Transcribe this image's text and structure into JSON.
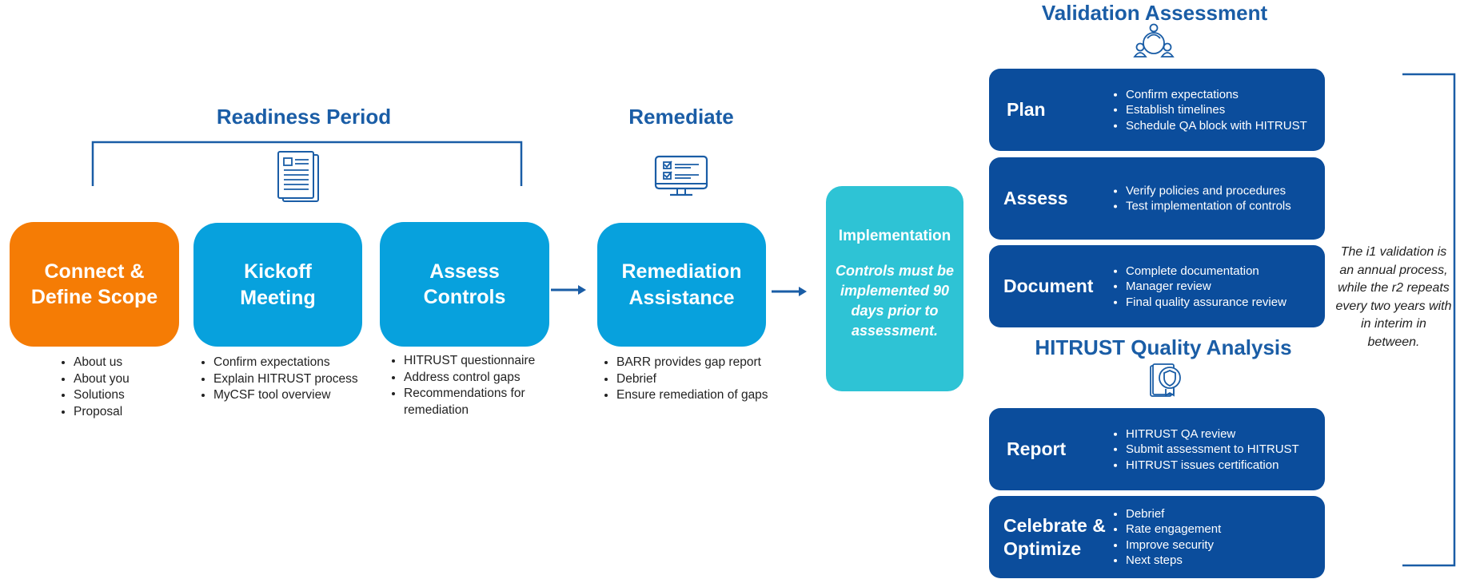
{
  "sections": {
    "readiness": "Readiness Period",
    "remediate": "Remediate",
    "validation": "Validation Assessment",
    "quality": "HITRUST Quality Analysis"
  },
  "steps": {
    "connect": "Connect & Define Scope",
    "kickoff": "Kickoff Meeting",
    "assess_controls": "Assess Controls",
    "remediation": "Remediation Assistance"
  },
  "lists": {
    "connect": [
      "About us",
      "About you",
      "Solutions",
      "Proposal"
    ],
    "kickoff": [
      "Confirm expectations",
      "Explain HITRUST process",
      "MyCSF tool overview"
    ],
    "assess_controls": [
      "HITRUST questionnaire",
      "Address control gaps",
      "Recommendations for remediation"
    ],
    "remediation": [
      "BARR provides gap report",
      "Debrief",
      "Ensure remediation of gaps"
    ]
  },
  "implementation": {
    "title": "Implementation",
    "note": "Controls must be implemented 90 days prior to assessment."
  },
  "validation_boxes": [
    {
      "label": "Plan",
      "items": [
        "Confirm expectations",
        "Establish timelines",
        "Schedule QA block with HITRUST"
      ]
    },
    {
      "label": "Assess",
      "items": [
        "Verify policies and procedures",
        "Test implementation of controls"
      ]
    },
    {
      "label": "Document",
      "items": [
        "Complete documentation",
        "Manager review",
        "Final quality assurance review"
      ]
    }
  ],
  "quality_boxes": [
    {
      "label": "Report",
      "items": [
        "HITRUST QA review",
        "Submit assessment to HITRUST",
        "HITRUST issues certification"
      ]
    },
    {
      "label": "Celebrate & Optimize",
      "items": [
        "Debrief",
        "Rate engagement",
        "Improve security",
        "Next steps"
      ]
    }
  ],
  "side_note": "The i1 validation is an annual process, while the r2 repeats every two years with in interim in between.",
  "colors": {
    "title_blue": "#1a5da6",
    "orange": "#f57c05",
    "step_blue": "#07a1dd",
    "teal": "#2ec3d5",
    "navy": "#0b4d9c"
  },
  "icons": [
    "document-icon",
    "monitor-checklist-icon",
    "team-icon",
    "certificate-shield-icon",
    "arrow-right-icon"
  ]
}
